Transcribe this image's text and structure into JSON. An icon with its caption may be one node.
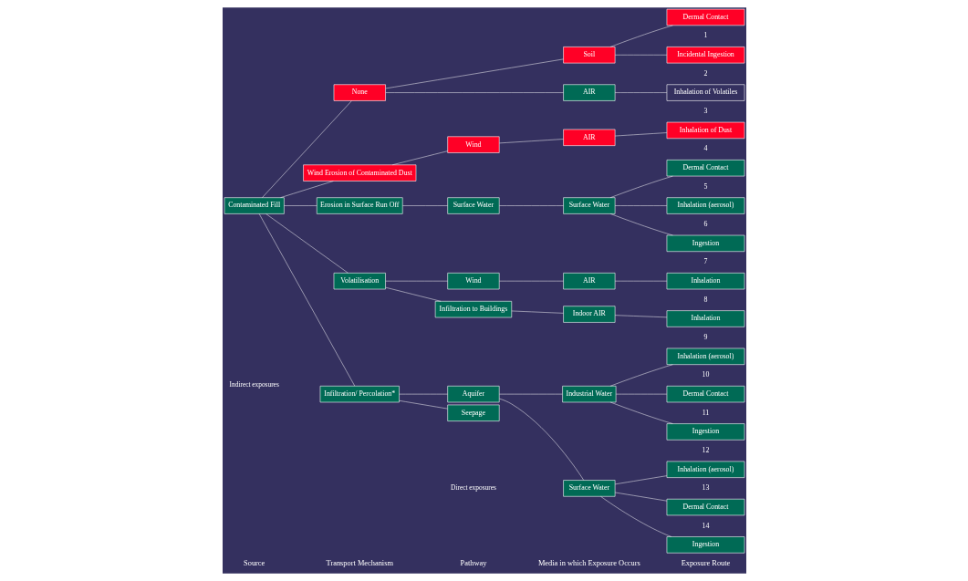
{
  "diagram": {
    "nodes": [
      {
        "text": [
          "Contaminated Fill"
        ]
      },
      {
        "text": [
          "None"
        ]
      },
      {
        "text": [
          "Wind Erosion of Contaminated Dust"
        ]
      },
      {
        "text": [
          "Erosion in Surface Run Off"
        ]
      },
      {
        "text": [
          "Volatilisation"
        ]
      },
      {
        "text": [
          "Infiltration/ Percolation*"
        ]
      },
      {
        "text": [
          "Wind"
        ]
      },
      {
        "text": [
          "Surface Water"
        ]
      },
      {
        "text": [
          "Wind"
        ]
      },
      {
        "text": [
          "Infiltration to Buildings"
        ]
      },
      {
        "text": [
          "Aquifer"
        ]
      },
      {
        "text": [
          "Seepage"
        ]
      },
      {
        "text": [
          "Soil"
        ]
      },
      {
        "text": [
          "AIR"
        ]
      },
      {
        "text": [
          "AIR"
        ]
      },
      {
        "text": [
          "Surface Water"
        ]
      },
      {
        "text": [
          "AIR"
        ]
      },
      {
        "text": [
          "Indoor AIR"
        ]
      },
      {
        "text": [
          "Industrial Water"
        ]
      },
      {
        "text": [
          "Surface Water"
        ]
      },
      {
        "text": [
          "Dermal Contact"
        ],
        "beside": [
          "1"
        ]
      },
      {
        "text": [
          "Incidental Ingestion"
        ],
        "beside": [
          "2"
        ]
      },
      {
        "text": [
          "Inhalation of Volatiles"
        ],
        "beside": [
          "3"
        ]
      },
      {
        "text": [
          "Inhalation of Dust"
        ],
        "beside": [
          "4"
        ]
      },
      {
        "text": [
          "Dermal Contact"
        ],
        "beside": [
          "5"
        ]
      },
      {
        "text": [
          "Inhalation (aerosol)"
        ],
        "beside": [
          "6"
        ]
      },
      {
        "text": [
          "Ingestion"
        ],
        "beside": [
          "7"
        ]
      },
      {
        "text": [
          "Inhalation"
        ],
        "beside": [
          "8"
        ]
      },
      {
        "text": [
          "Inhalation"
        ],
        "beside": [
          "9"
        ]
      },
      {
        "text": [
          "Inhalation (aerosol)"
        ],
        "beside": [
          "10"
        ]
      },
      {
        "text": [
          "Dermal Contact"
        ],
        "beside": [
          "11"
        ]
      },
      {
        "text": [
          "Ingestion"
        ],
        "beside": [
          "12"
        ]
      },
      {
        "text": [
          "Inhalation (aerosol)"
        ],
        "beside": [
          "13"
        ]
      },
      {
        "text": [
          "Dermal Contact"
        ],
        "beside": [
          "14"
        ]
      },
      {
        "text": [
          "Ingestion"
        ]
      }
    ],
    "edges": [
      {
        "from": 0,
        "to": 1,
        "arrow": "none"
      },
      {
        "from": 0,
        "to": 2,
        "arrow": "none"
      },
      {
        "from": 0,
        "to": 3,
        "arrow": "none"
      },
      {
        "from": 0,
        "to": 4,
        "arrow": "none"
      },
      {
        "from": 0,
        "to": 5,
        "arrow": "none"
      },
      {
        "from": 1,
        "to": 12,
        "arrow": "none"
      },
      {
        "from": 1,
        "to": 13,
        "arrow": "none"
      },
      {
        "from": 2,
        "to": 6,
        "arrow": "none"
      },
      {
        "from": 6,
        "to": 14,
        "arrow": "none"
      },
      {
        "from": 3,
        "to": 7,
        "arrow": "none"
      },
      {
        "from": 7,
        "to": 15,
        "arrow": "none"
      },
      {
        "from": 4,
        "to": 8,
        "arrow": "none"
      },
      {
        "from": 4,
        "to": 9,
        "arrow": "none"
      },
      {
        "from": 8,
        "to": 16,
        "arrow": "none"
      },
      {
        "from": 9,
        "to": 17,
        "arrow": "none"
      },
      {
        "from": 5,
        "to": 10,
        "arrow": "none"
      },
      {
        "from": 5,
        "to": 11,
        "arrow": "none"
      },
      {
        "from": 10,
        "to": 18,
        "arrow": "none"
      },
      {
        "from": 10,
        "to": 19,
        "arrow": "none"
      },
      {
        "from": 12,
        "to": 20,
        "arrow": "none"
      },
      {
        "from": 12,
        "to": 21,
        "arrow": "none"
      },
      {
        "from": 13,
        "to": 22,
        "arrow": "none"
      },
      {
        "from": 14,
        "to": 23,
        "arrow": "none"
      },
      {
        "from": 15,
        "to": 24,
        "arrow": "none"
      },
      {
        "from": 15,
        "to": 25,
        "arrow": "none"
      },
      {
        "from": 15,
        "to": 26,
        "arrow": "none"
      },
      {
        "from": 16,
        "to": 27,
        "arrow": "none"
      },
      {
        "from": 17,
        "to": 28,
        "arrow": "none"
      },
      {
        "from": 18,
        "to": 29,
        "arrow": "none"
      },
      {
        "from": 18,
        "to": 30,
        "arrow": "none"
      },
      {
        "from": 18,
        "to": 31,
        "arrow": "none"
      },
      {
        "from": 19,
        "to": 32,
        "arrow": "none"
      },
      {
        "from": 19,
        "to": 33,
        "arrow": "none"
      },
      {
        "from": 19,
        "to": 34,
        "arrow": "none"
      }
    ],
    "labels": [
      "Source",
      "Transport Mechanism",
      "Pathway",
      "Media in which Exposure Occurs",
      "Exposure Route",
      "Direct exposures",
      "Indirect exposures"
    ]
  }
}
